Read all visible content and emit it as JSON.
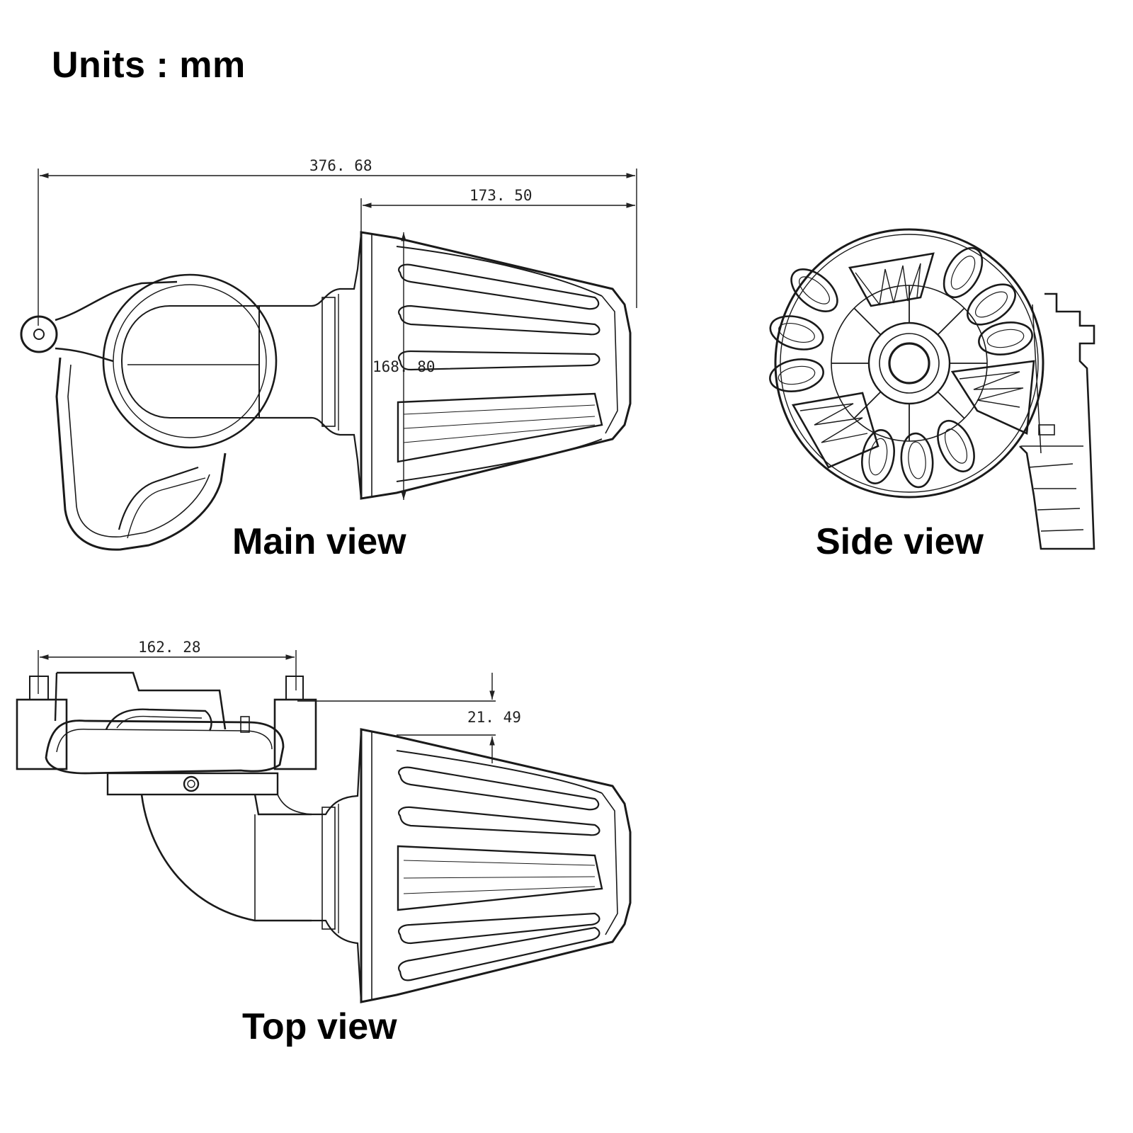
{
  "units_label": "Units : mm",
  "views": {
    "main": {
      "label": "Main view",
      "dimensions": {
        "overall_length": "376. 68",
        "filter_length": "173. 50",
        "filter_diameter": "168. 80"
      }
    },
    "side": {
      "label": "Side view"
    },
    "top": {
      "label": "Top view",
      "dimensions": {
        "mount_width": "162. 28",
        "offset": "21. 49"
      }
    }
  },
  "colors": {
    "line": "#1a1a1a",
    "background": "#ffffff"
  }
}
